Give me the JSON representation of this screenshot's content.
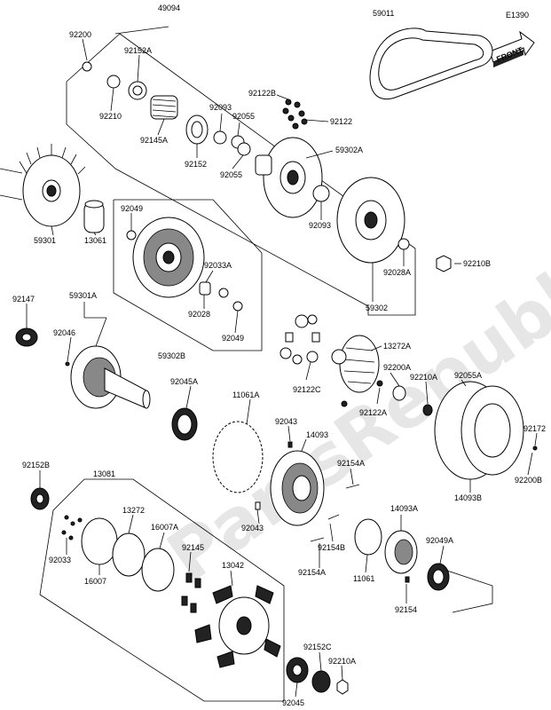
{
  "diagram_code": "E1390",
  "watermark": "PartsRepublik",
  "front_label": "FRONT",
  "labels": {
    "p49094": "49094",
    "p59011": "59011",
    "p92200": "92200",
    "p92152A": "92152A",
    "p92210": "92210",
    "p92145A": "92145A",
    "p92093a": "92093",
    "p92055a": "92055",
    "p92122B": "92122B",
    "p92122": "92122",
    "p92152": "92152",
    "p92055b": "92055",
    "p59302A": "59302A",
    "p92093b": "92093",
    "p59301": "59301",
    "p13061": "13061",
    "p92049a": "92049",
    "p92033A": "92033A",
    "p92028": "92028",
    "p92049b": "92049",
    "p59302B": "59302B",
    "p92028A": "92028A",
    "p92210B": "92210B",
    "p59302": "59302",
    "p92147": "92147",
    "p59301A": "59301A",
    "p92046": "92046",
    "p13272A": "13272A",
    "p92122C": "92122C",
    "p92200A": "92200A",
    "p92122A": "92122A",
    "p92210A_top": "92210A",
    "p92055A": "92055A",
    "p92045A": "92045A",
    "p11061A": "11061A",
    "p92043a": "92043",
    "p14093": "14093",
    "p92154A_a": "92154A",
    "p92172": "92172",
    "p92200B": "92200B",
    "p14093B": "14093B",
    "p92152B": "92152B",
    "p13081": "13081",
    "p13272": "13272",
    "p16007A": "16007A",
    "p92033": "92033",
    "p16007": "16007",
    "p92145": "92145",
    "p13042": "13042",
    "p92043b": "92043",
    "p92154B": "92154B",
    "p14093A": "14093A",
    "p92154A_b": "92154A",
    "p11061": "11061",
    "p92049A": "92049A",
    "p92154": "92154",
    "p92152C": "92152C",
    "p92210A_bot": "92210A",
    "p92045": "92045"
  }
}
